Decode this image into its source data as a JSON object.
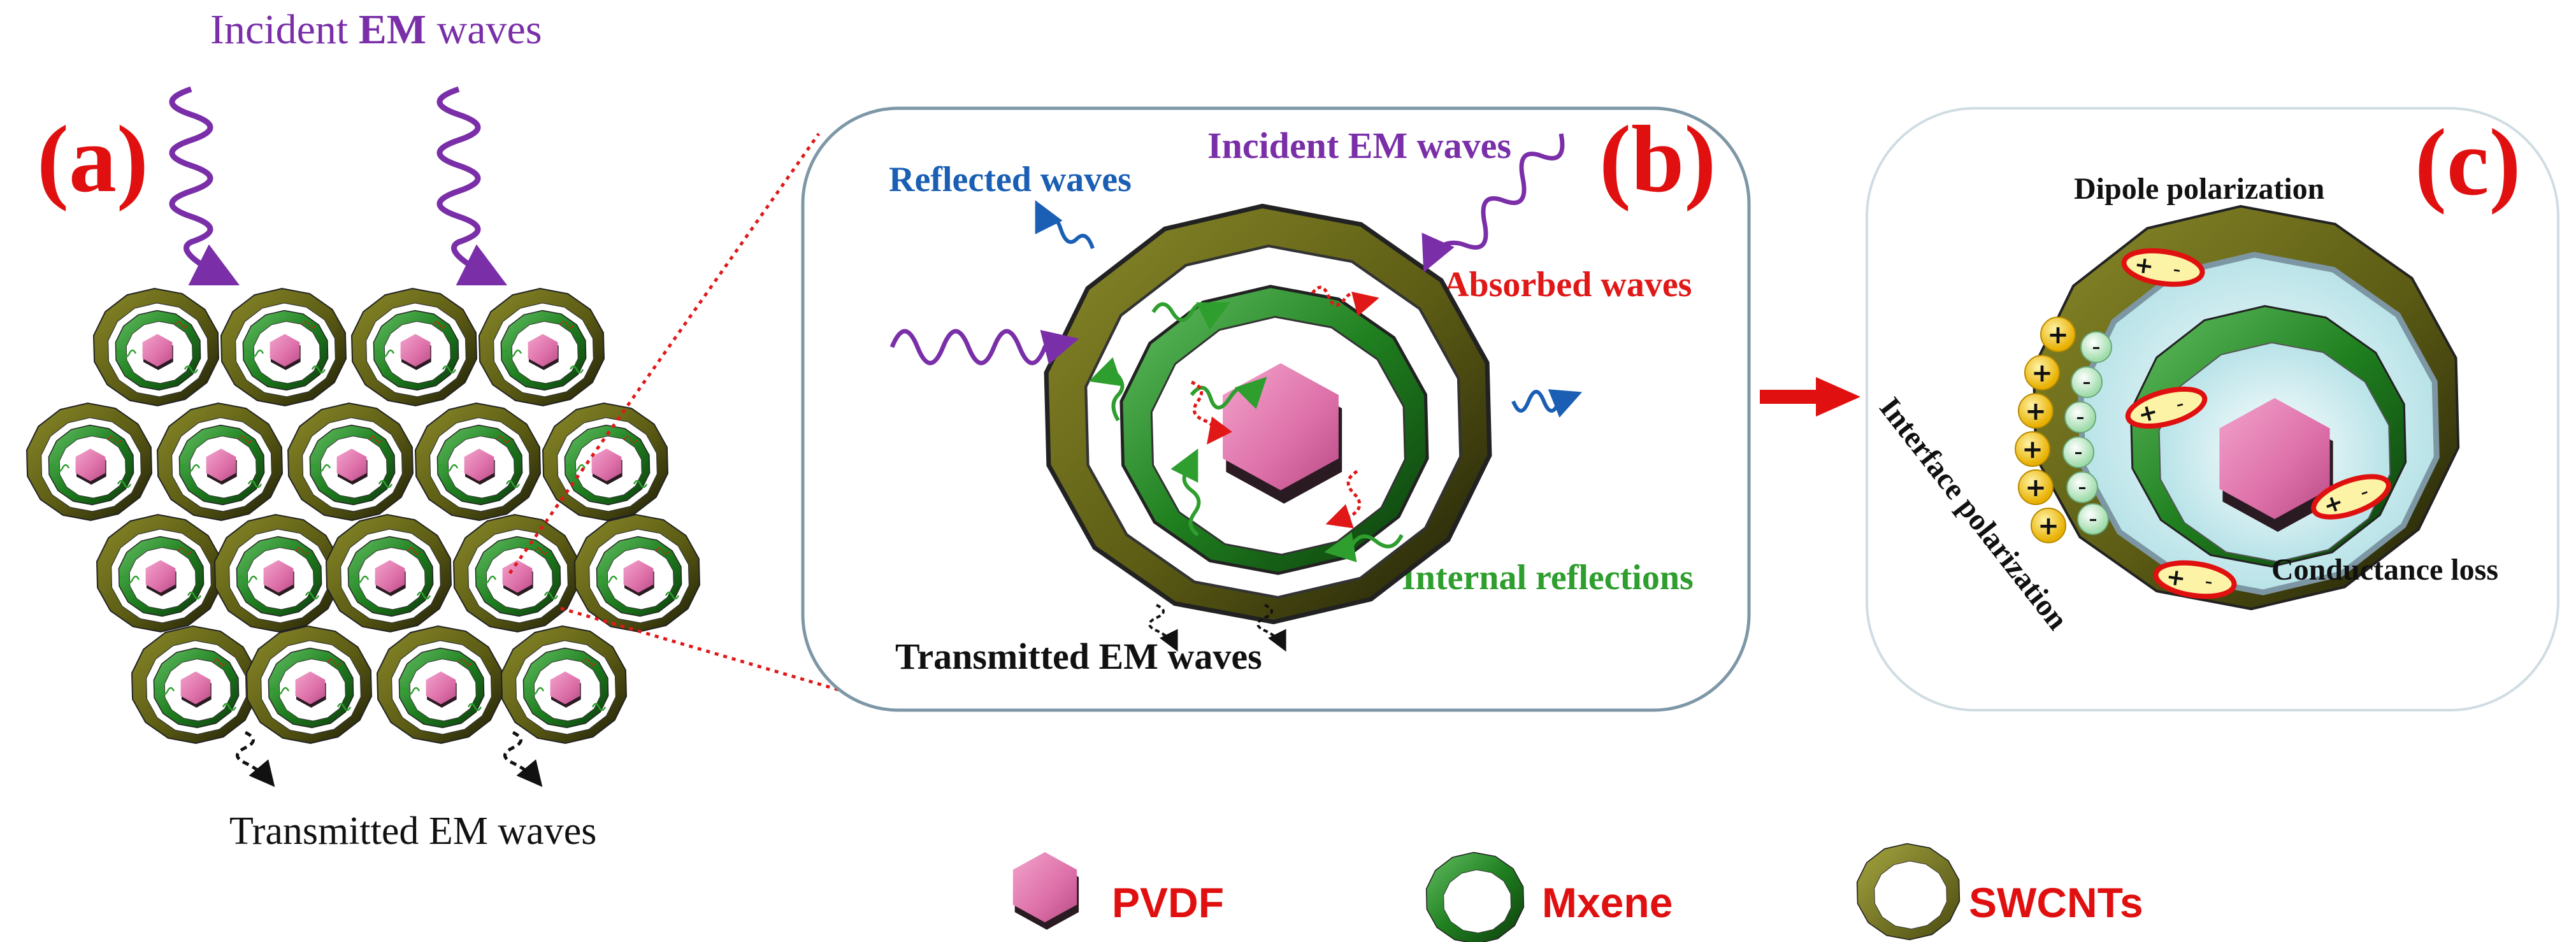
{
  "panel_a": {
    "label": "(a)",
    "incident_prefix": "Incident ",
    "incident_bold": "EM",
    "incident_suffix": " waves",
    "transmitted": "Transmitted EM waves"
  },
  "panel_b": {
    "label": "(b)",
    "incident": "Incident EM waves",
    "reflected": "Reflected waves",
    "absorbed": "Absorbed waves",
    "internal": "Internal reflections",
    "transmitted": "Transmitted EM waves"
  },
  "panel_c": {
    "label": "(c)",
    "dipole": "Dipole polarization",
    "interface": "Interface polarization",
    "conductance": "Conductance loss",
    "plus": "+",
    "minus": "-"
  },
  "legend": {
    "pvdf": "PVDF",
    "mxene": "Mxene",
    "swcnts": "SWCNTs"
  },
  "colors": {
    "panel_label": "#e01010",
    "incident_wave": "#7a2fa8",
    "reflected": "#1a5fb4",
    "absorbed": "#e01818",
    "internal": "#2e9e2e",
    "pvdf": "#e07ab0",
    "mxene": "#2e8f2e",
    "swcnt": "#7a7a22",
    "arrow": "#e01010"
  },
  "icons": [
    "pvdf-hexagon-icon",
    "mxene-ring-icon",
    "swcnt-ring-icon",
    "wavy-arrow-icon",
    "right-arrow-icon"
  ]
}
